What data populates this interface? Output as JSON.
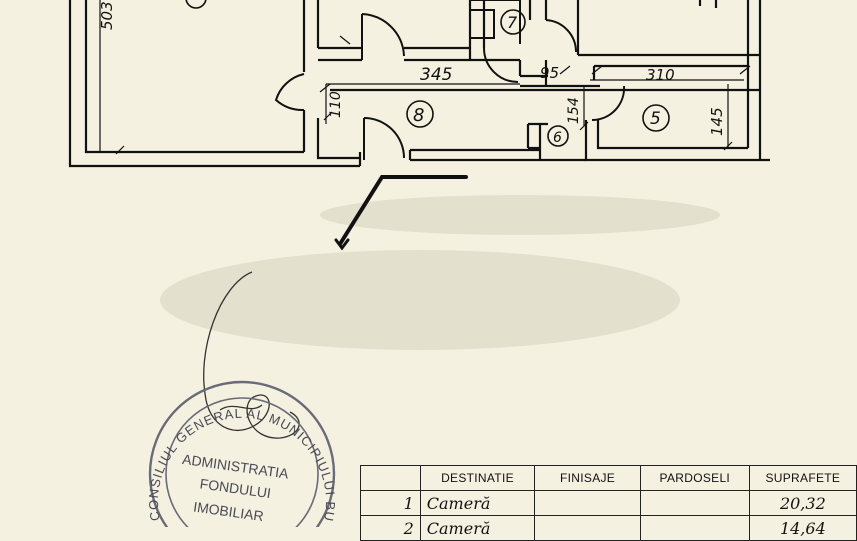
{
  "plan": {
    "rooms": {
      "room_5": "5",
      "room_6": "6",
      "room_7": "7",
      "room_8": "8"
    },
    "dimensions": {
      "d_345": "345",
      "d_95": "95",
      "d_310": "310",
      "d_154": "154",
      "d_145": "145",
      "d_110": "110",
      "d_503": "503"
    }
  },
  "stamp": {
    "ring_text": "CONSILIUL GENERAL AL MUNICIPIULUI BUCURESTI",
    "line1": "ADMINISTRATIA",
    "line2": "FONDULUI",
    "line3": "IMOBILIAR"
  },
  "legend_table": {
    "headers": {
      "nr": "",
      "destinatie": "DESTINATIE",
      "finisaje": "FINISAJE",
      "pardoseli": "PARDOSELI",
      "suprafete": "SUPRAFETE"
    },
    "rows": [
      {
        "nr": "1",
        "destinatie": "Cameră",
        "finisaje": "",
        "pardoseli": "",
        "suprafete": "20,32"
      },
      {
        "nr": "2",
        "destinatie": "Cameră",
        "finisaje": "",
        "pardoseli": "",
        "suprafete": "14,64"
      }
    ]
  }
}
